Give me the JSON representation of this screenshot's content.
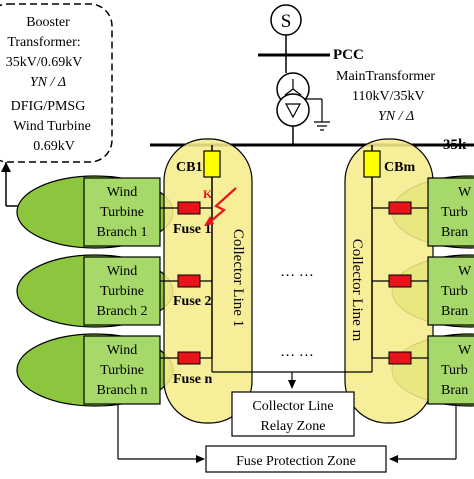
{
  "source_label": "S",
  "pcc_label": "PCC",
  "main_transformer": {
    "name": "MainTransformer",
    "rating": "110kV/35kV",
    "connection": "YN / Δ"
  },
  "bus_label": "35k",
  "booster_box": {
    "line1": "Booster",
    "line2": "Transformer:",
    "line3": "35kV/0.69kV",
    "line4": "YN / Δ",
    "line5": "DFIG/PMSG",
    "line6": "Wind Turbine",
    "line7": "0.69kV"
  },
  "left_feeder": {
    "breaker": "CB1",
    "collector": "Collector Line 1",
    "fault_marker": "K",
    "branches": [
      {
        "line1": "Wind",
        "line2": "Turbine",
        "line3": "Branch 1",
        "fuse": "Fuse 1"
      },
      {
        "line1": "Wind",
        "line2": "Turbine",
        "line3": "Branch 2",
        "fuse": "Fuse 2"
      },
      {
        "line1": "Wind",
        "line2": "Turbine",
        "line3": "Branch n",
        "fuse": "Fuse n"
      }
    ]
  },
  "right_feeder": {
    "breaker": "CBm",
    "collector": "Collector Line m",
    "branches": [
      {
        "line1": "W",
        "line2": "Turb",
        "line3": "Bran"
      },
      {
        "line1": "W",
        "line2": "Turb",
        "line3": "Bran"
      },
      {
        "line1": "W",
        "line2": "Turb",
        "line3": "Bran"
      }
    ]
  },
  "ellipsis_1": "… …",
  "ellipsis_2": "… …",
  "relay_zone": {
    "line1": "Collector Line",
    "line2": "Relay Zone"
  },
  "fuse_zone": "Fuse Protection Zone",
  "colors": {
    "green_fill": "#8cc63f",
    "green_box": "#a6d96a",
    "yellow_fill": "#f5ec8a",
    "breaker": "#ffff00",
    "fuse": "#e8141b",
    "fault": "#e8141b",
    "line": "#000000"
  }
}
